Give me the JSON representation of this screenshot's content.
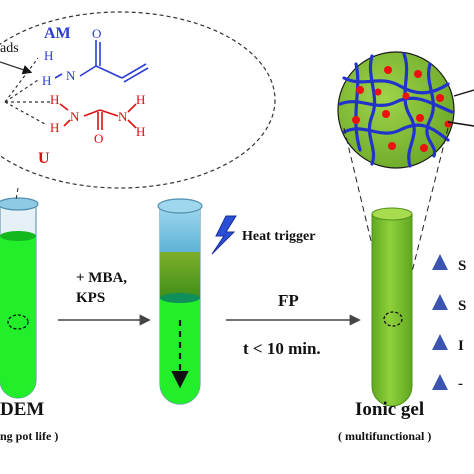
{
  "molecule": {
    "partial_label": "ads",
    "am_label": "AM",
    "u_label": "U",
    "n": "N",
    "o": "O",
    "h": "H"
  },
  "tubes": {
    "left_label": "DEM",
    "left_sublabel": "ng pot life )",
    "reagents_line1": "+ MBA,",
    "reagents_line2": "KPS",
    "heat_label": "Heat trigger",
    "fp_label": "FP",
    "time_label": "t  <  10 min.",
    "gel_label": "Ionic gel",
    "gel_sublabel": "( multifunctional )"
  },
  "properties": {
    "items": [
      "S",
      "S",
      "I",
      "-"
    ]
  },
  "colors": {
    "bright_green": "#22ee2a",
    "gel_green": "#7dc52f",
    "network_blue": "#2233cc",
    "dot_red": "#ee1111",
    "am_blue": "#2a3cd6",
    "u_red": "#dd1111"
  }
}
